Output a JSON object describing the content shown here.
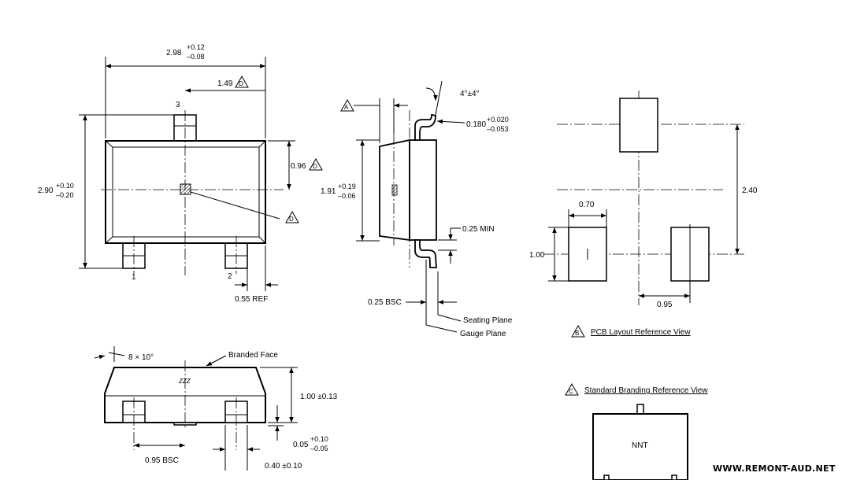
{
  "top_view": {
    "width_dim": "2.98",
    "width_tol_plus": "+0.12",
    "width_tol_minus": "–0.08",
    "pin3_offset": "1.49",
    "datum_d": "D",
    "pin_label_3": "3",
    "pin_label_1": "1",
    "pin_label_2": "2",
    "height_dim": "2.90",
    "height_tol_plus": "+0.10",
    "height_tol_minus": "–0.20",
    "half_height": "0.96",
    "lead_ref": "0.55 REF"
  },
  "side_view": {
    "datum_a": "A",
    "angle": "4°±4°",
    "thickness_dim": "0.180",
    "thickness_tol_plus": "+0.020",
    "thickness_tol_minus": "–0.053",
    "body_height": "1.91",
    "body_tol_plus": "+0.19",
    "body_tol_minus": "–0.06",
    "lead_min": "0.25 MIN",
    "bsc": "0.25 BSC",
    "seating_plane": "Seating Plane",
    "gauge_plane": "Gauge Plane"
  },
  "front_view": {
    "draft_angle": "8 × 10°",
    "branded_face": "Branded Face",
    "marking": "ZZZ",
    "height_dim": "1.00 ±0.13",
    "standoff": "0.05",
    "standoff_tol_plus": "+0.10",
    "standoff_tol_minus": "–0.05",
    "pitch": "0.95 BSC",
    "lead_width": "0.40 ±0.10"
  },
  "pcb_view": {
    "pad_width": "0.70",
    "pad_height": "1.00",
    "row_spacing": "2.40",
    "pitch": "0.95",
    "datum_b": "B",
    "caption": "PCB Layout Reference View"
  },
  "branding_view": {
    "datum_c": "C",
    "caption": "Standard Branding Reference View",
    "marking": "NNT"
  },
  "watermark": "WWW.REMONT-AUD.NET"
}
